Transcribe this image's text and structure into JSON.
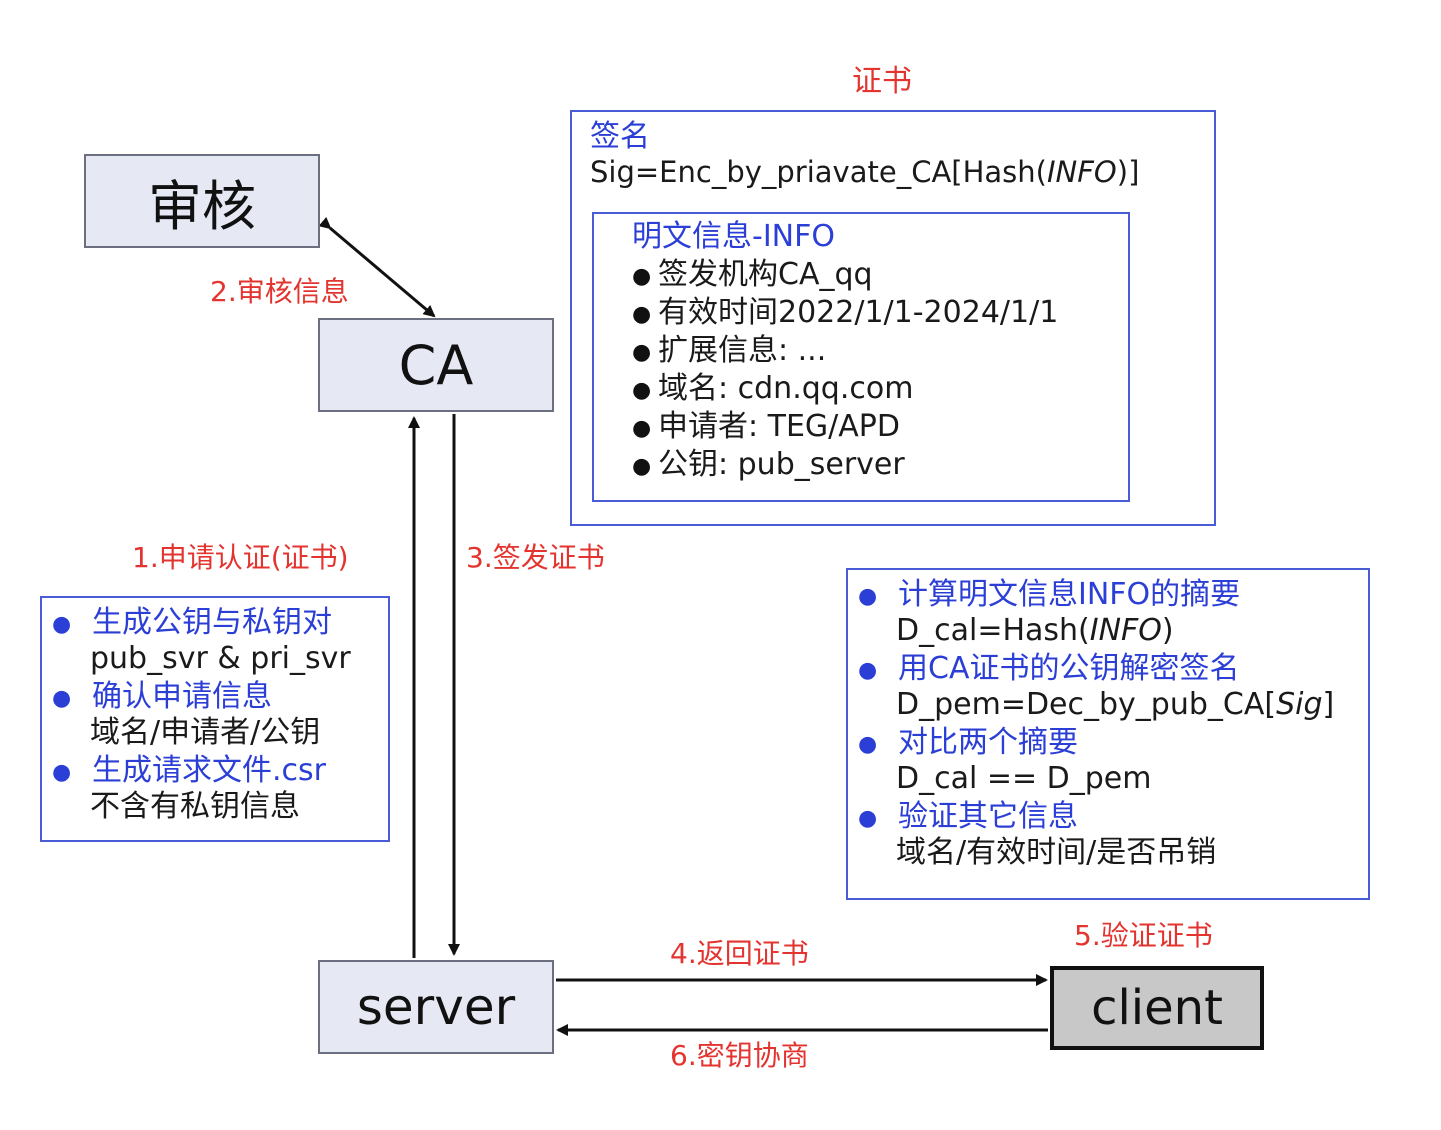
{
  "nodes": {
    "audit": "审核",
    "ca": "CA",
    "server": "server",
    "client": "client"
  },
  "steps": {
    "s1": "1.申请认证(证书)",
    "s2": "2.审核信息",
    "s3": "3.签发证书",
    "s4": "4.返回证书",
    "s5": "5.验证证书",
    "s6": "6.密钥协商"
  },
  "certificate": {
    "title": "证书",
    "sig_title": "签名",
    "sig_formula_prefix": "Sig=Enc_by_priavate_CA[Hash(",
    "sig_formula_italic": "INFO",
    "sig_formula_suffix": ")]",
    "info_title": "明文信息-INFO",
    "info_items": [
      "签发机构CA_qq",
      "有效时间2022/1/1-2024/1/1",
      "扩展信息: ...",
      "域名: cdn.qq.com",
      "申请者: TEG/APD",
      "公钥: pub_server"
    ]
  },
  "server_steps": [
    {
      "title": "生成公钥与私钥对",
      "detail": "pub_svr & pri_svr"
    },
    {
      "title": "确认申请信息",
      "detail": "域名/申请者/公钥"
    },
    {
      "title": "生成请求文件.csr",
      "detail": "不含有私钥信息"
    }
  ],
  "client_steps": {
    "t1": "计算明文信息INFO的摘要",
    "d1_prefix": "D_cal=Hash(",
    "d1_italic": "INFO",
    "d1_suffix": ")",
    "t2": "用CA证书的公钥解密签名",
    "d2_prefix": "D_pem=Dec_by_pub_CA[",
    "d2_italic": "Sig",
    "d2_suffix": "]",
    "t3": "对比两个摘要",
    "d3": "D_cal == D_pem",
    "t4": "验证其它信息",
    "d4": "域名/有效时间/是否吊销"
  },
  "colors": {
    "step_label": "#e3342f",
    "panel_border": "#4a5bd6",
    "panel_title": "#2b3fd6",
    "node_fill": "#e6e9f4",
    "client_fill": "#c8c8c8"
  }
}
